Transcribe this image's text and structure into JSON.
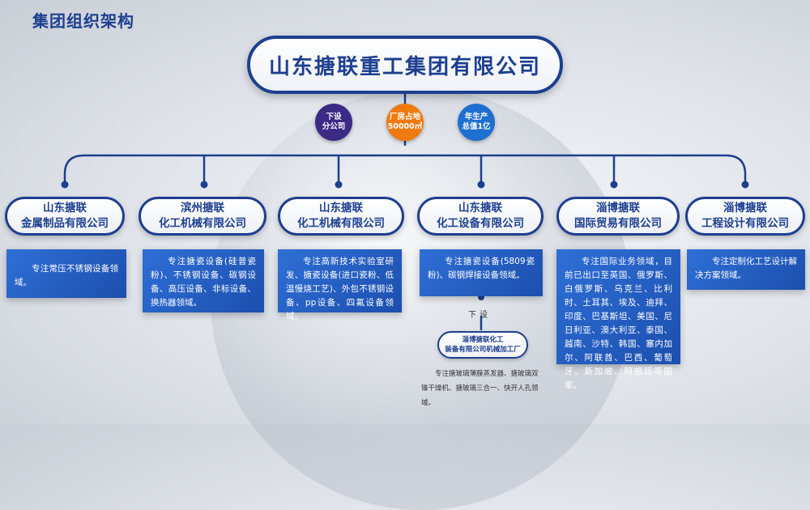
{
  "page_title": "集团组织架构",
  "main_title": "山东搪联重工集团有限公司",
  "badges": [
    {
      "line1": "下设",
      "line2": "分公司",
      "color": "#3b2a86"
    },
    {
      "line1": "厂房占地",
      "line2": "50000㎡",
      "color": "#f07a10"
    },
    {
      "line1": "年生产",
      "line2": "总值1亿",
      "color": "#1f6fd0"
    }
  ],
  "subsidiaries": [
    {
      "line1": "山东搪联",
      "line2": "金属制品有限公司",
      "desc": "专注常压不锈钢设备领域。"
    },
    {
      "line1": "滨州搪联",
      "line2": "化工机械有限公司",
      "desc": "专注搪瓷设备(硅普瓷粉)、不锈钢设备、碳钢设备、高压设备、非标设备、换热器领域。"
    },
    {
      "line1": "山东搪联",
      "line2": "化工机械有限公司",
      "desc": "专注高新技术实验室研发、搪瓷设备(进口瓷粉、低温慢烧工艺)、外包不锈钢设备、pp设备、四氟设备领域。"
    },
    {
      "line1": "山东搪联",
      "line2": "化工设备有限公司",
      "desc": "专注搪瓷设备(5809瓷粉)、碳钢焊接设备领域。"
    },
    {
      "line1": "淄博搪联",
      "line2": "国际贸易有限公司",
      "desc": "专注国际业务领域，目前已出口至英国、俄罗斯、白俄罗斯、乌克兰、比利时、土耳其、埃及、迪拜、印度、巴基斯坦、美国、尼日利亚、澳大利亚、泰国、越南、沙特、韩国、塞内加尔、阿联酋、巴西、葡萄牙、新加坡、阿根廷等国家。"
    },
    {
      "line1": "淄博搪联",
      "line2": "工程设计有限公司",
      "desc": "专注定制化工艺设计解决方案领域。"
    }
  ],
  "sub_label": "下设",
  "factory": {
    "line1": "淄博搪联化工",
    "line2": "装备有限公司机械加工厂",
    "desc": "专注搪玻璃薄膜蒸发器、搪玻璃双锥干燥机、搪玻璃三合一、快开人孔领域。"
  }
}
